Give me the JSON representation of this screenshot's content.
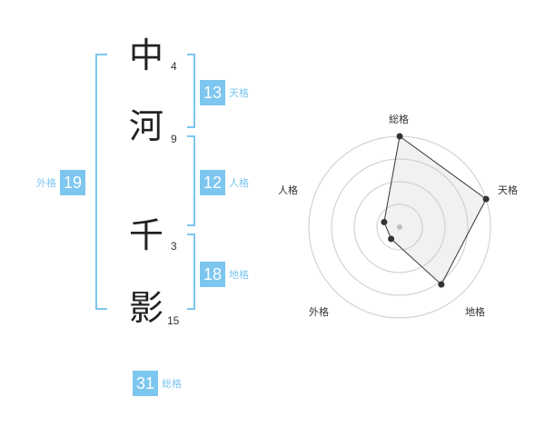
{
  "name": {
    "characters": [
      {
        "char": "中",
        "strokes": "4"
      },
      {
        "char": "河",
        "strokes": "9"
      },
      {
        "char": "千",
        "strokes": "3"
      },
      {
        "char": "影",
        "strokes": "15"
      }
    ]
  },
  "scores": {
    "tenkaku": {
      "value": "13",
      "label": "天格"
    },
    "jinkaku": {
      "value": "12",
      "label": "人格"
    },
    "chikaku": {
      "value": "18",
      "label": "地格"
    },
    "gaikaku": {
      "value": "19",
      "label": "外格"
    },
    "soukaku": {
      "value": "31",
      "label": "総格"
    }
  },
  "accent_color": "#7cc6ef",
  "radar": {
    "labels": [
      "総格",
      "天格",
      "地格",
      "外格",
      "人格"
    ],
    "levels": 4,
    "values": [
      1.0,
      1.0,
      0.78,
      0.16,
      0.18
    ]
  }
}
